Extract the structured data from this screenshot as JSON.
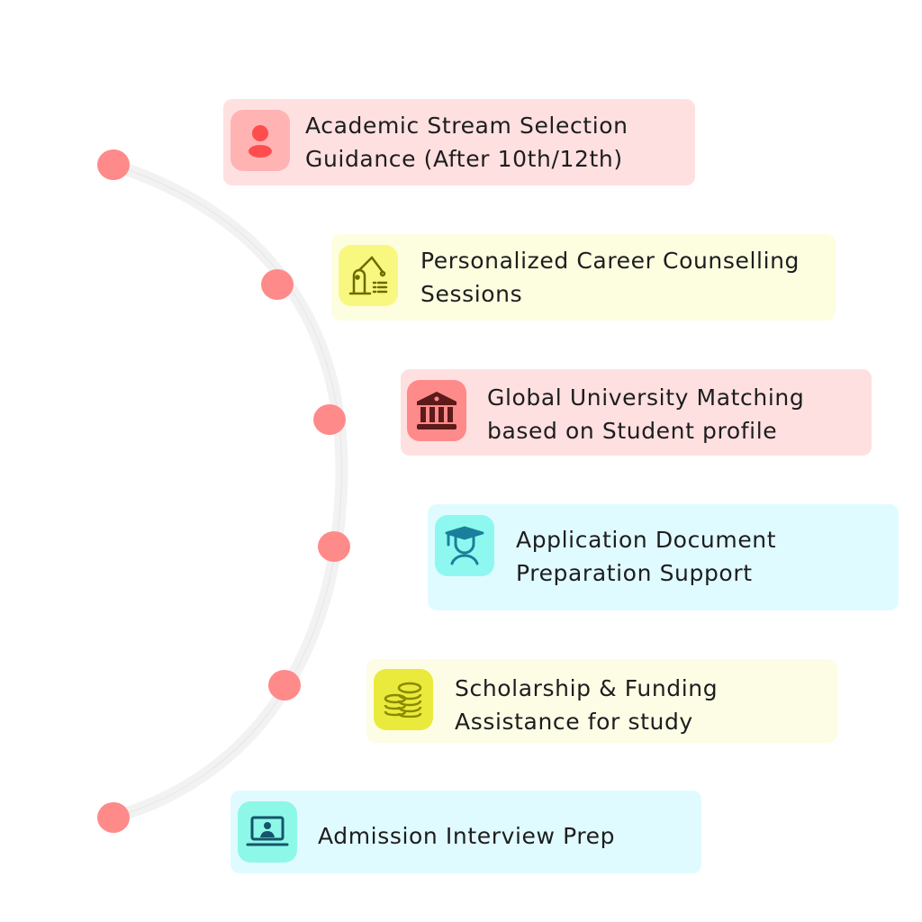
{
  "items": [
    {
      "lines": [
        "Academic Stream Selection",
        "Guidance (After 10th/12th)"
      ],
      "icon": "person-icon",
      "card_color": "#ffe0e0",
      "icon_bg": "#ffb3b3",
      "icon_color": "#ff4d4d"
    },
    {
      "lines": [
        "Personalized Career Counselling",
        "Sessions"
      ],
      "icon": "robotic-arm-icon",
      "card_color": "#fdfde0",
      "icon_bg": "#f8f880",
      "icon_color": "#6b6b00"
    },
    {
      "lines": [
        "Global University Matching",
        "based on Student profile"
      ],
      "icon": "university-icon",
      "card_color": "#ffe0e0",
      "icon_bg": "#ff8a8a",
      "icon_color": "#5c1a1a"
    },
    {
      "lines": [
        "Application Document",
        "Preparation Support"
      ],
      "icon": "graduate-icon",
      "card_color": "#e0fbff",
      "icon_bg": "#8ef8f0",
      "icon_color": "#1a7f9a"
    },
    {
      "lines": [
        "Scholarship & Funding",
        "Assistance for study"
      ],
      "icon": "coins-icon",
      "card_color": "#fdfde6",
      "icon_bg": "#eaea3c",
      "icon_color": "#8a8a00"
    },
    {
      "lines": [
        "Admission Interview Prep"
      ],
      "icon": "laptop-user-icon",
      "card_color": "#e0fbff",
      "icon_bg": "#8ef8e8",
      "icon_color": "#15556a"
    }
  ],
  "dot_color": "#ff8a8a"
}
